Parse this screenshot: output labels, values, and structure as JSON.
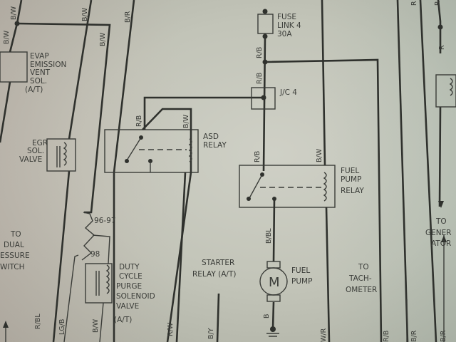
{
  "components": {
    "evap": [
      "EVAP",
      "EMISSION",
      "VENT",
      "SOL.",
      "(A/T)"
    ],
    "egr": [
      "EGR",
      "SOL.",
      "VALVE"
    ],
    "asd_relay": [
      "ASD",
      "RELAY"
    ],
    "fuse_link": [
      "FUSE",
      "LINK 4",
      "30A"
    ],
    "junction": "J/C 4",
    "fuel_pump_relay": [
      "FUEL",
      "PUMP",
      "RELAY"
    ],
    "fuel_pump": [
      "FUEL",
      "PUMP"
    ],
    "motor_symbol": "M",
    "duty_cycle": [
      "DUTY",
      "CYCLE",
      "PURGE",
      "SOLENOID",
      "VALVE",
      "(A/T)"
    ],
    "year_96_97": "96-97",
    "year_98": "98",
    "starter_relay": [
      "STARTER",
      "RELAY (A/T)"
    ],
    "to_dual_pressure": [
      "TO",
      "DUAL",
      "ESSURE",
      "WITCH"
    ],
    "to_tachometer": [
      "TO",
      "TACH-",
      "OMETER"
    ],
    "to_generator": [
      "TO",
      "GENER",
      "ATOR"
    ]
  },
  "wire_labels": {
    "bw1": "B/W",
    "bw2": "B/W",
    "bw3": "B/W",
    "bw4": "B/W",
    "br": "B/R",
    "rb_asd": "R/B",
    "bw_asd": "B/W",
    "rb1": "R/B",
    "rb2": "R/B",
    "rb3": "R/B",
    "bw_fp": "B/W",
    "bbl": "B/BL",
    "b": "B",
    "wr": "W/R",
    "rb_bot": "R/B",
    "br_bot": "B/R",
    "br_bot2": "B/R",
    "rbl": "R/BL",
    "lgb": "LG/B",
    "bw_bot": "B/W",
    "rw": "R/W",
    "by": "B/Y",
    "r1": "R",
    "r2": "R",
    "r3": "R"
  }
}
